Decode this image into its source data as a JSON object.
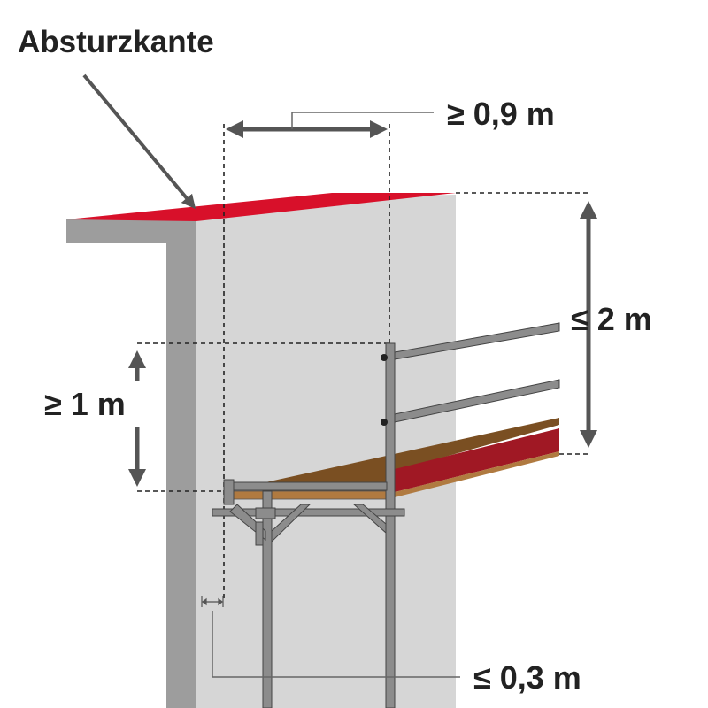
{
  "labels": {
    "edge": "Absturzkante",
    "min_width": "≥ 0,9 m",
    "max_height": "≤ 2 m",
    "min_guard": "≥ 1 m",
    "max_gap": "≤ 0,3 m"
  },
  "colors": {
    "edge_red": "#d8102a",
    "wall_light": "#d6d6d6",
    "wall_dark": "#9d9d9d",
    "steel": "#8c8c8c",
    "wood": "#7a4f22",
    "board_red": "#a01824",
    "arrow": "#555555"
  }
}
